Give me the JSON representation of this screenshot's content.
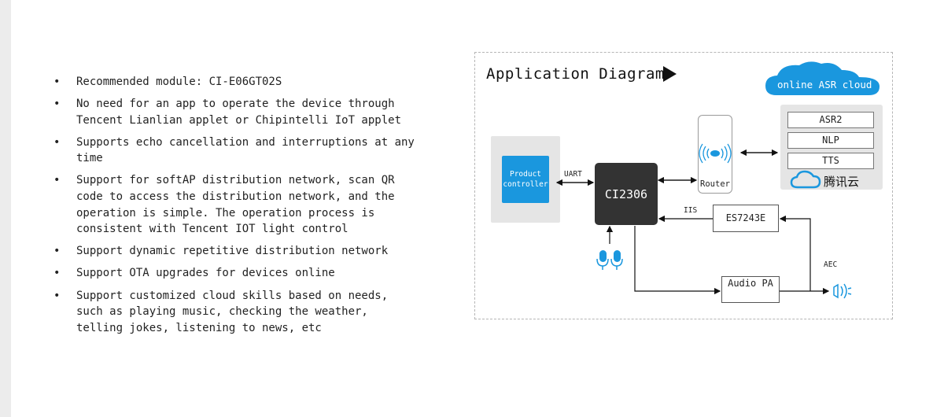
{
  "features": [
    "Recommended module: CI-E06GT02S",
    "No need for an app to operate the device through Tencent Lianlian applet or Chipintelli IoT applet",
    "Supports echo cancellation and interruptions at any time",
    "Support for softAP distribution network, scan QR code to access the distribution network, and the operation is simple. The operation process is consistent with Tencent IOT light control",
    "Support dynamic repetitive distribution network",
    "Support OTA upgrades for devices online",
    "Support customized cloud skills based on needs, such as playing music, checking the weather, telling jokes, listening to news, etc"
  ],
  "bullet": "•",
  "diagram": {
    "title": "Application Diagram",
    "cloud": "online ASR cloud",
    "product_controller": "Product controller",
    "chip": "CI2306",
    "router": "Router",
    "services": [
      "ASR2",
      "NLP",
      "TTS"
    ],
    "tencent": "腾讯云",
    "es": "ES7243E",
    "pa": "Audio PA",
    "uart": "UART",
    "iis": "IIS",
    "aec": "AEC"
  },
  "colors": {
    "accent_blue": "#1a97de",
    "chip": "#333333",
    "panel_gray": "#e5e5e5"
  },
  "icons": [
    "play-arrow-icon",
    "cloud-icon",
    "wifi-signal-icon",
    "microphone-icon",
    "speaker-icon",
    "tencent-cloud-logo-icon"
  ]
}
